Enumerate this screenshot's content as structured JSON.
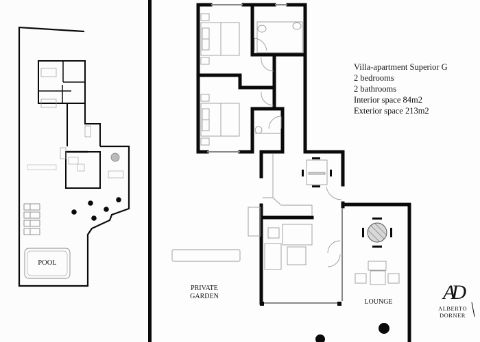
{
  "document": {
    "type": "floor-plan",
    "colors": {
      "wall": "#0a0a0a",
      "furniture": "#9a9a9a",
      "background": "#fdfdfd"
    }
  },
  "info": {
    "title": "Villa-apartment Superior G",
    "bedrooms": "2 bedrooms",
    "bathrooms": "2 bathrooms",
    "interior": "Interior space 84m2",
    "exterior": "Exterior space 213m2"
  },
  "labels": {
    "garden_line1": "Private",
    "garden_line2": "Garden",
    "lounge": "Lounge",
    "pool": "Pool"
  },
  "logo": {
    "monogram": "AD",
    "name_line1": "ALBERTO",
    "name_line2": "DORNER"
  },
  "overview": {
    "sunbeds": 4,
    "plants": 5
  }
}
